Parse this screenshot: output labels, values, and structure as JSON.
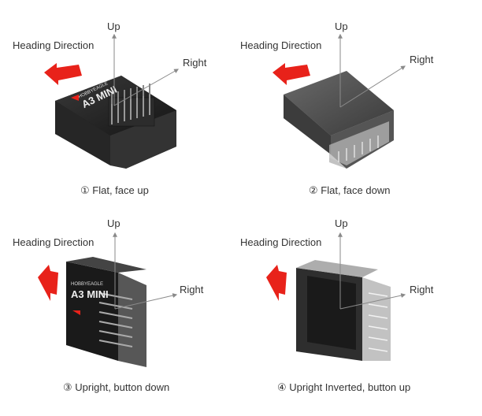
{
  "panels": [
    {
      "id": "p1",
      "label_up": "Up",
      "label_right": "Right",
      "label_heading": "Heading Direction",
      "caption_number": "①",
      "caption_text": "Flat, face up",
      "device_brand": "HOBBYEAGLE",
      "device_model": "A3 MINI"
    },
    {
      "id": "p2",
      "label_up": "Up",
      "label_right": "Right",
      "label_heading": "Heading Direction",
      "caption_number": "②",
      "caption_text": "Flat, face down"
    },
    {
      "id": "p3",
      "label_up": "Up",
      "label_right": "Right",
      "label_heading": "Heading Direction",
      "caption_number": "③",
      "caption_text": "Upright, button down",
      "device_brand": "HOBBYEAGLE",
      "device_model": "A3 MINI"
    },
    {
      "id": "p4",
      "label_up": "Up",
      "label_right": "Right",
      "label_heading": "Heading Direction",
      "caption_number": "④",
      "caption_text": "Upright Inverted, button up"
    }
  ],
  "colors": {
    "arrow_red": "#e8221a",
    "axis_gray": "#8a8a8a",
    "device_dark": "#2a2a2a",
    "device_translucent": "#4a4a4a",
    "text": "#333333"
  },
  "icons": [
    "heading-arrow-icon",
    "axis-arrow-icon",
    "device-image"
  ]
}
